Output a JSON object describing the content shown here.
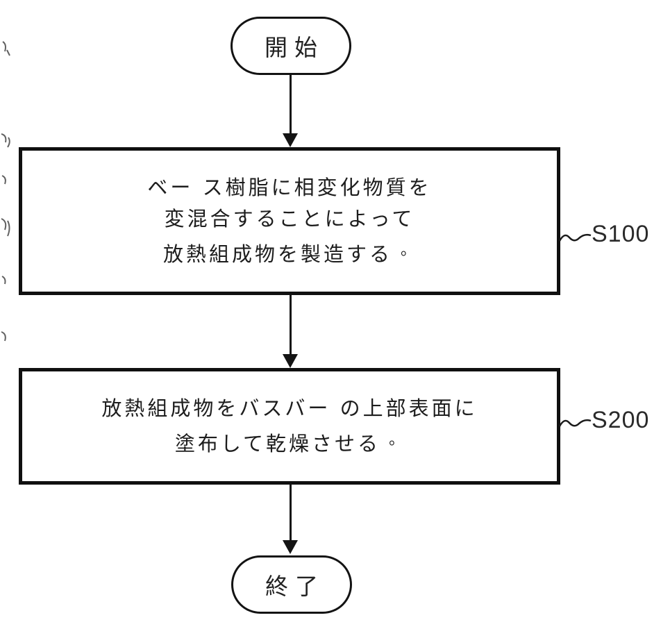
{
  "diagram": {
    "start_label": "開始",
    "end_label": "終了",
    "steps": [
      {
        "id": "S100",
        "lines": [
          "ベー ス樹脂に相変化物質を",
          "変混合することによって",
          "放熱組成物を製造する"
        ],
        "period": "。"
      },
      {
        "id": "S200",
        "lines": [
          "放熱組成物をバスバー の上部表面に",
          "塗布して乾燥させる"
        ],
        "period": "。"
      }
    ],
    "colors": {
      "line": "#141414",
      "background": "#ffffff"
    }
  }
}
